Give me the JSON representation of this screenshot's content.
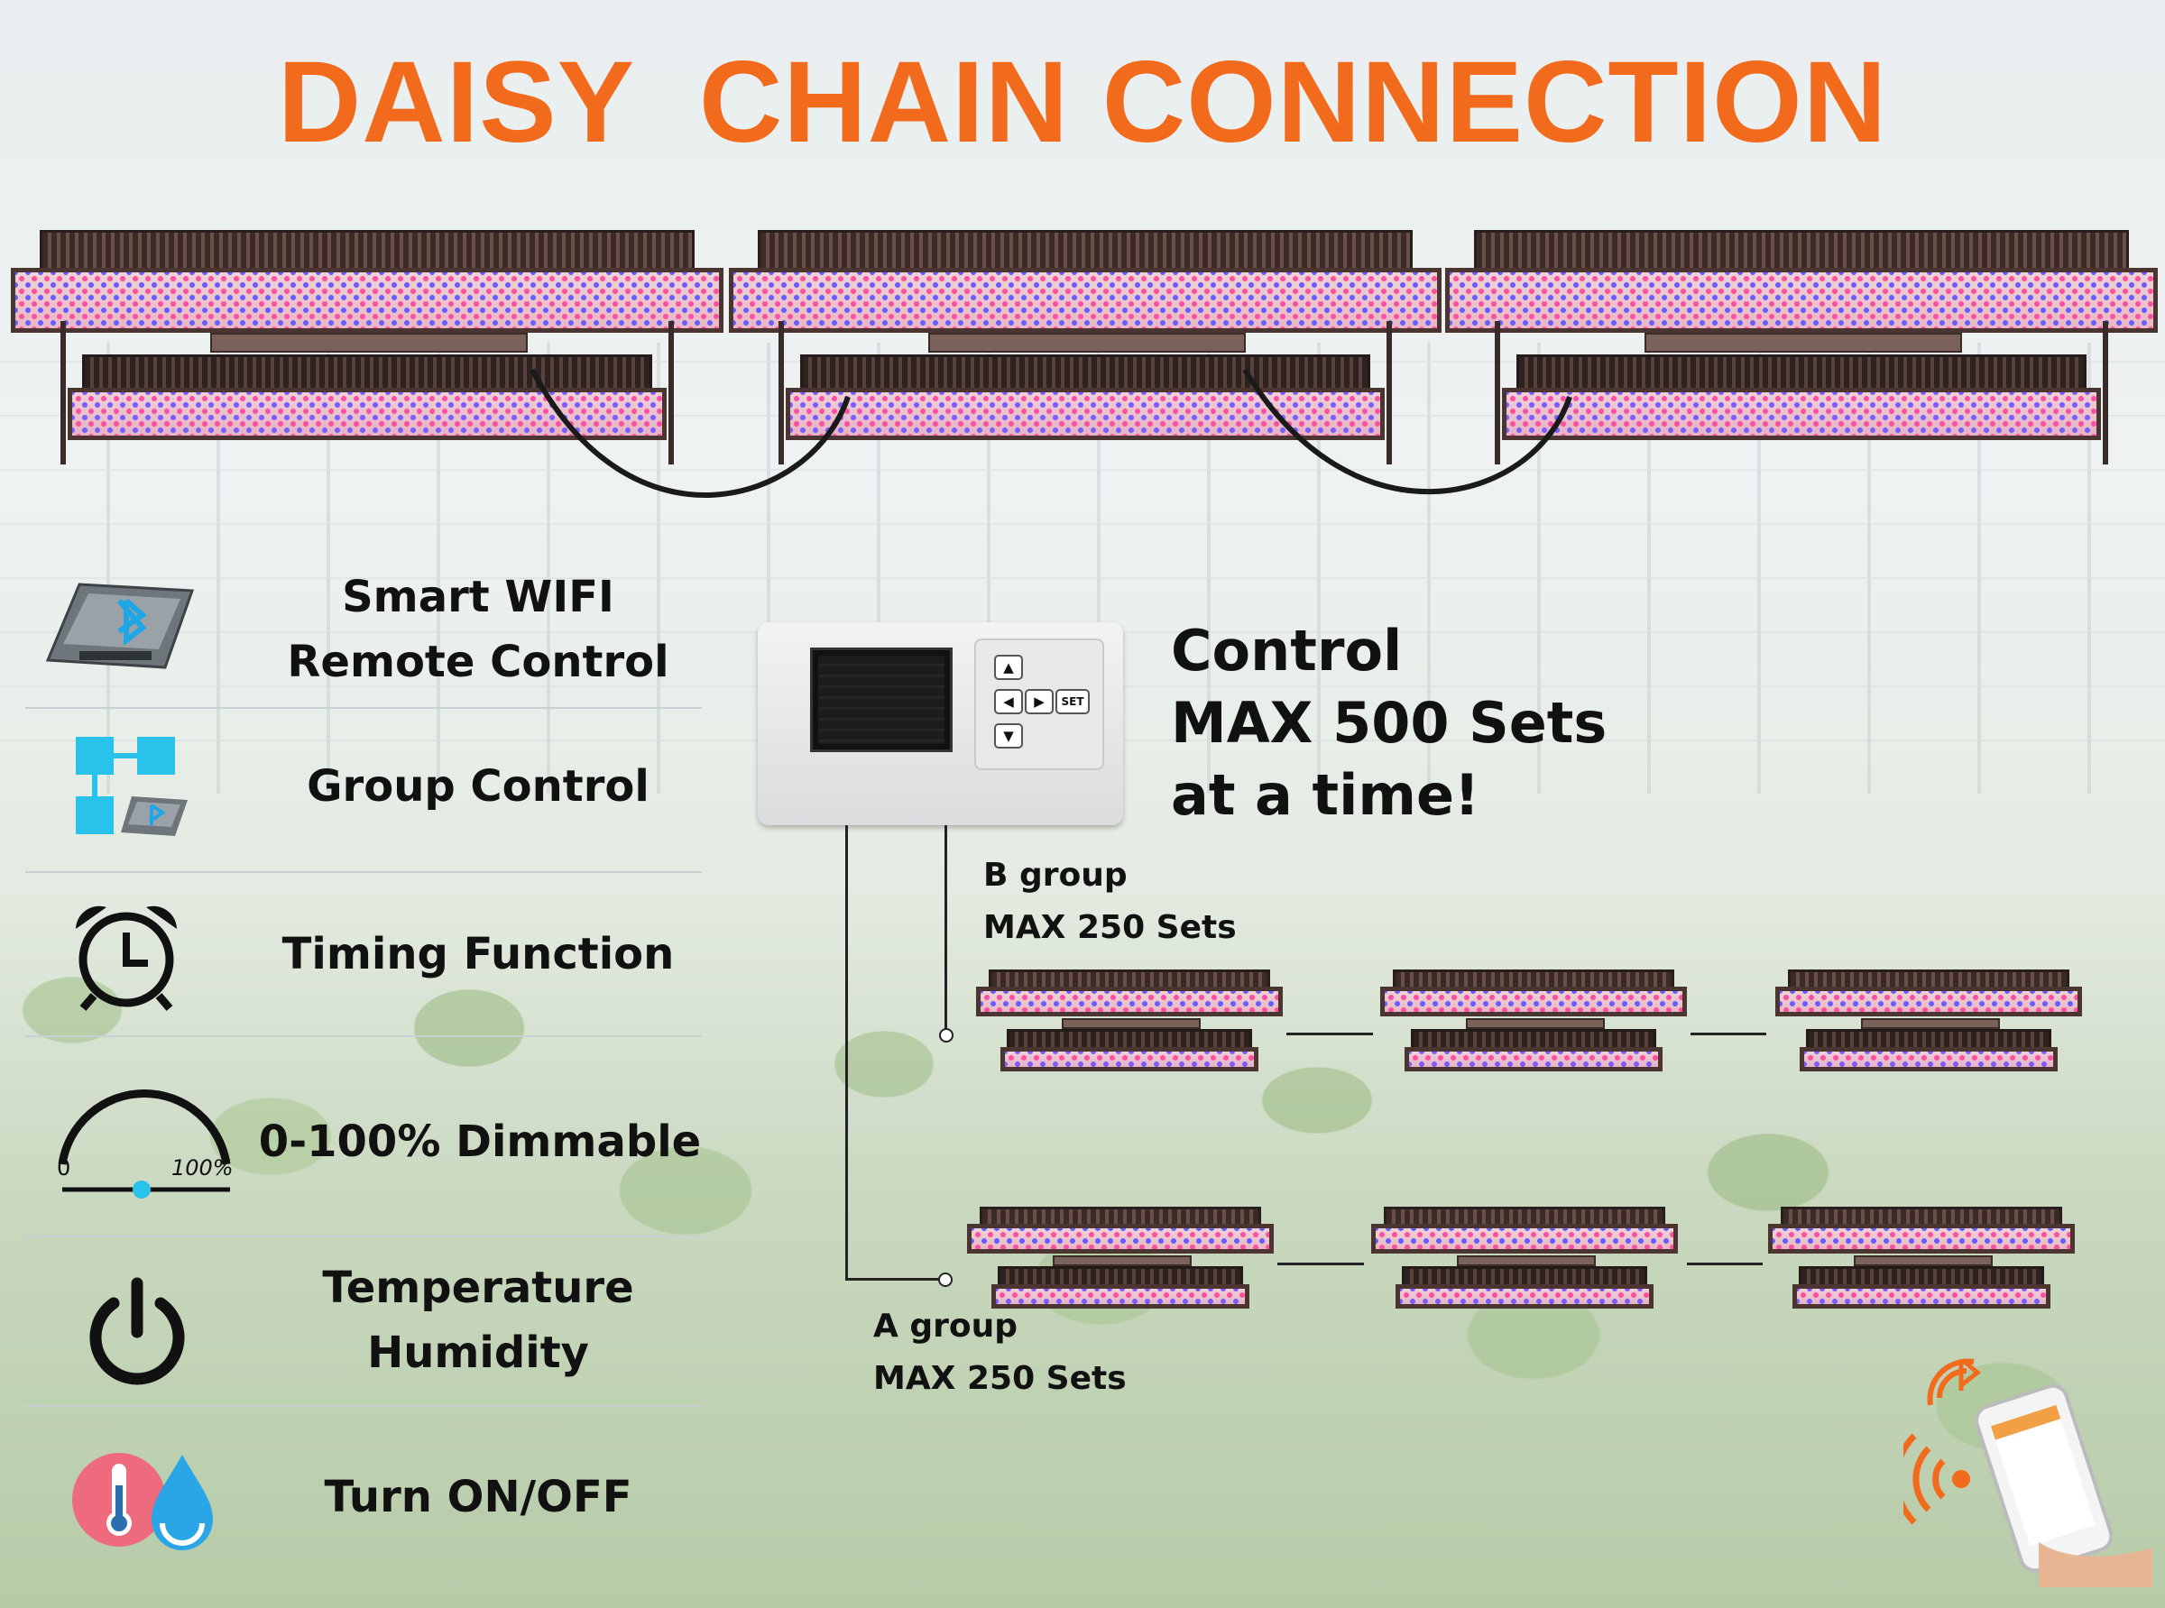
{
  "title": "DAISY  CHAIN CONNECTION",
  "features": [
    {
      "icon": "bluetooth-tablet-icon",
      "label": "Smart WIFI\nRemote Control"
    },
    {
      "icon": "group-control-icon",
      "label": "Group Control"
    },
    {
      "icon": "alarm-clock-icon",
      "label": "Timing Function"
    },
    {
      "icon": "dimmer-gauge-icon",
      "label": "0-100% Dimmable",
      "gauge_min": "0",
      "gauge_max": "100%"
    },
    {
      "icon": "power-icon",
      "label": "Temperature\nHumidity"
    },
    {
      "icon": "thermometer-droplet-icon",
      "label": "Turn ON/OFF"
    }
  ],
  "control_text": "Control\nMAX 500 Sets\nat a time!",
  "controller": {
    "keys": {
      "up": "▲",
      "left": "◀",
      "right": "▶",
      "down": "▼",
      "set": "SET"
    }
  },
  "groups": {
    "b": "B group\nMAX 250 Sets",
    "a": "A group\nMAX 250 Sets"
  },
  "colors": {
    "title": "#f26b1d"
  }
}
